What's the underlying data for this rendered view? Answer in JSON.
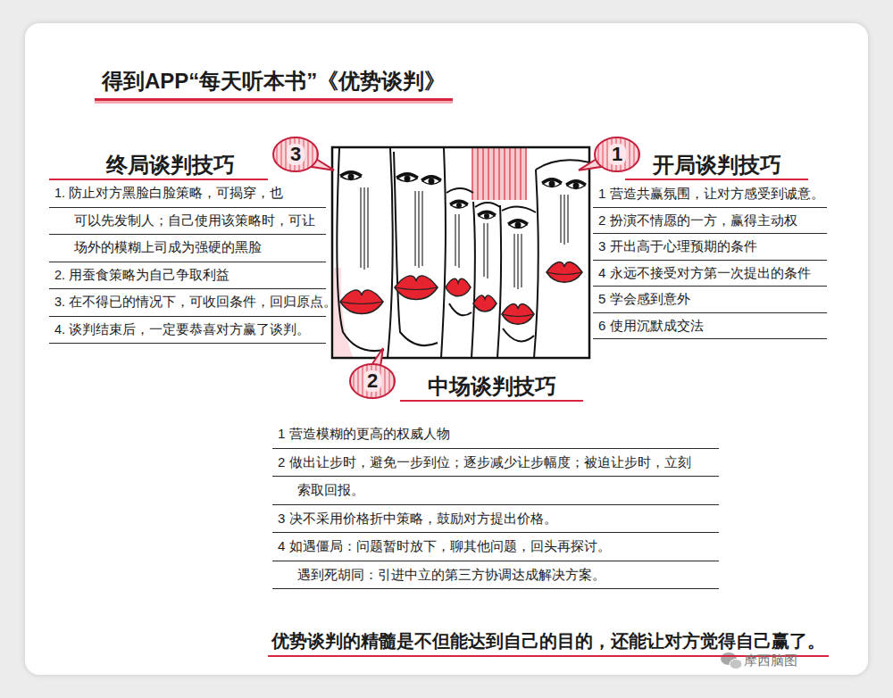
{
  "diagram": {
    "title": "得到APP“每天听本书”《优势谈判》",
    "caption": "优势谈判的精髓是不但能达到自己的目的，还能让对方觉得自己赢了。",
    "nodes": [
      {
        "text": [
          "3"
        ]
      },
      {
        "text": [
          "1"
        ]
      },
      {
        "text": [
          "2"
        ]
      }
    ],
    "labels": [
      "终局谈判技巧",
      "1. 防止对方黑脸白脸策略，可揭穿，也 可以先发制人；自己使用该策略时，可让 场外的模糊上司成为强硬的黑脸",
      "2. 用蚕食策略为自己争取利益",
      "3. 在不得已的情况下，可收回条件，回归原点。",
      "4. 谈判结束后，一定要恭喜对方赢了谈判。",
      "开局谈判技巧",
      "1 营造共赢氛围，让对方感受到诚意。",
      "2 扮演不情愿的一方，赢得主动权",
      "3 开出高于心理预期的条件",
      "4 永远不接受对方第一次提出的条件",
      "5 学会感到意外",
      "6 使用沉默成交法",
      "中场谈判技巧",
      "1 营造模糊的更高的权威人物",
      "2 做出让步时，避免一步到位；逐步减少让步幅度；被迫让步时，立刻 索取回报。",
      "3 决不采用价格折中策略，鼓励对方提出价格。",
      "4 如遇僵局：问题暂时放下，聊其他问题，回头再探讨。 遇到死胡同：引进中立的第三方协调达成解决方案。",
      "摩西脑图"
    ]
  }
}
